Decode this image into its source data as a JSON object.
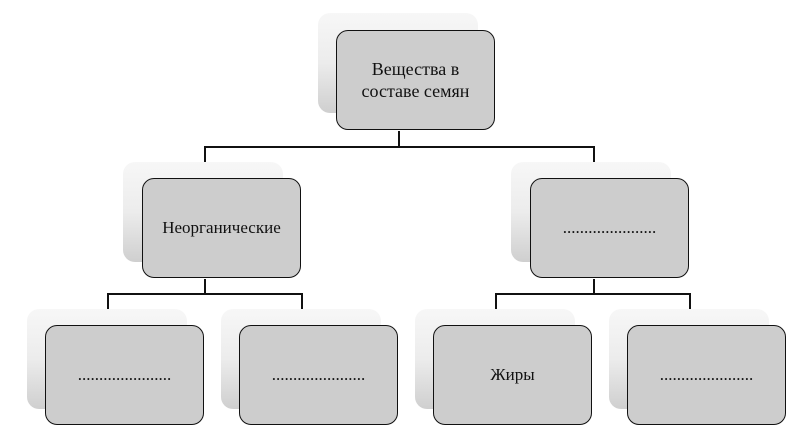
{
  "nodes": {
    "root": "Вещества в составе семян",
    "left": "Неорганические",
    "right": "......................",
    "left_child_1": "......................",
    "left_child_2": "......................",
    "right_child_1": "Жиры",
    "right_child_2": "......................"
  }
}
